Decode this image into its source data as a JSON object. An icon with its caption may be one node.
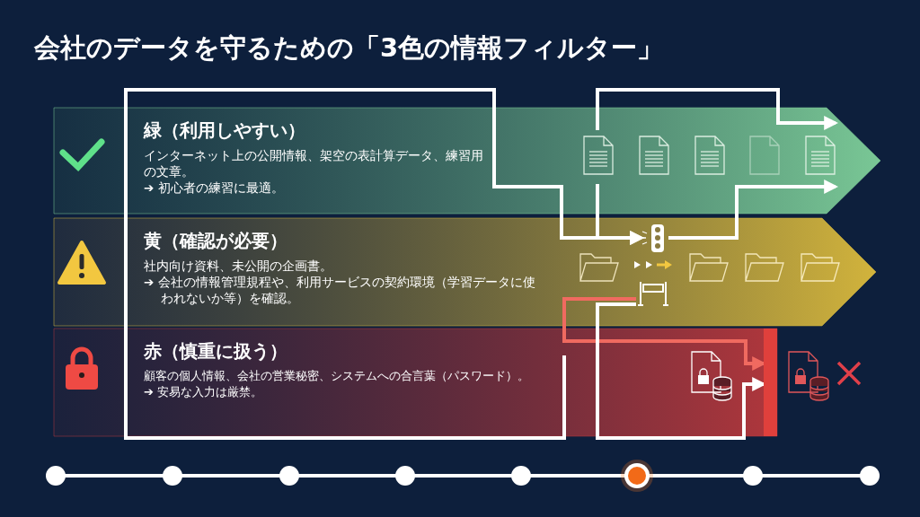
{
  "diagram": {
    "title": "会社のデータを守るための「3色の情報フィルター」",
    "nodes": [
      {
        "text": [
          "緑（利用しやすい）",
          "インターネット上の公開情報、架空の表計算データ、練習用の文章。",
          "➔ 初心者の練習に最適。"
        ]
      },
      {
        "text": [
          "黄（確認が必要）",
          "社内向け資料、未公開の企画書。",
          "➔ 会社の情報管理規程や、利用サービスの契約環境（学習データに使われないか等）を確認。"
        ]
      },
      {
        "text": [
          "赤（慎重に扱う）",
          "顧客の個人情報、会社の営業秘密、システムへの合言葉（パスワード）。",
          "➔ 安易な入力は厳禁。"
        ]
      },
      {
        "text": [],
        "shape": "bar",
        "in": 2
      },
      {
        "text": [],
        "shape": "picture",
        "in": 1
      },
      {
        "text": [],
        "shape": "picture",
        "in": 1
      }
    ],
    "edges": [
      {
        "from": null,
        "to": 4,
        "arrow": "to"
      },
      {
        "from": 0,
        "to": 4,
        "arrow": "to"
      },
      {
        "from": 4,
        "to": 0,
        "arrow": "to"
      },
      {
        "from": 5,
        "to": 3,
        "arrow": "to",
        "color": "#f06a60"
      },
      {
        "from": 5,
        "to": 3,
        "arrow": "to"
      }
    ]
  }
}
